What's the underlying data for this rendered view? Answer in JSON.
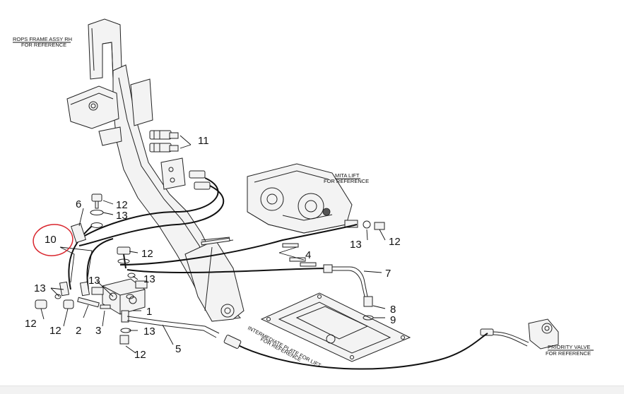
{
  "reference_labels": {
    "rops": [
      "ROPS FRAME ASSY RH",
      "FOR REFERENCE"
    ],
    "mita": [
      "MITA LIFT",
      "FOR REFERENCE"
    ],
    "plate": [
      "INTERMEDIATE PLATE FOR LIFT",
      "FOR REFERENCE"
    ],
    "priority": [
      "PRIORITY VALVE",
      "FOR REFERENCE"
    ]
  },
  "callouts": {
    "c1": "1",
    "c2": "2",
    "c3": "3",
    "c4": "4",
    "c5": "5",
    "c6": "6",
    "c7": "7",
    "c8": "8",
    "c9": "9",
    "c10": "10",
    "c11": "11",
    "c12": "12",
    "c13": "13"
  },
  "highlight": {
    "color": "#d9262e",
    "target": "10"
  },
  "colors": {
    "line": "#111111",
    "background": "#ffffff"
  }
}
